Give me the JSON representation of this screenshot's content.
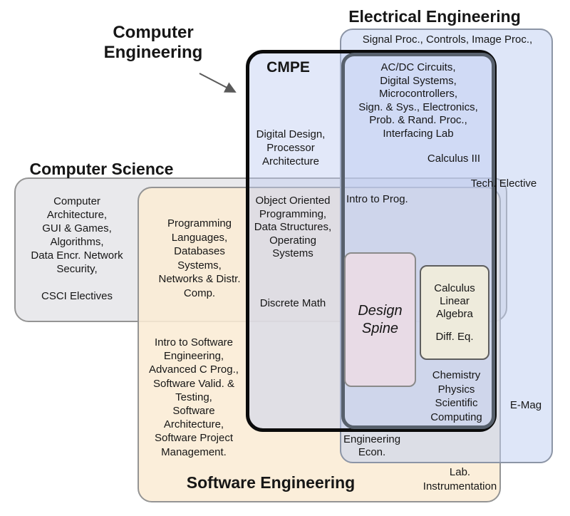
{
  "palette": {
    "cs_gray": "#e9e9ec",
    "sw_tan": "#fbeeda",
    "ee_blue_strip": "#dde5f8",
    "cmpe_blue": "#e5ebf9",
    "inner_overlap_blue": "#d3ddf6",
    "design_pink": "#e8dbe6",
    "calc_cream": "#eeebdc",
    "cmpe_border": "#0b0b0b",
    "ee_inner_border": "#57606c",
    "thin_border_gray": "#949494"
  },
  "titles": {
    "computer_engineering": "Computer\nEngineering",
    "electrical_engineering": "Electrical Engineering",
    "computer_science": "Computer Science",
    "software_engineering": "Software Engineering"
  },
  "electrical": {
    "outer_course": "Signal Proc., Controls, Image Proc.,",
    "core_courses": "AC/DC Circuits,\nDigital Systems,\nMicrocontrollers,\nSign. & Sys., Electronics,\nProb. & Rand. Proc.,\nInterfacing Lab",
    "calculus_iii": "Calculus III",
    "tech_elective": "Tech. Elective",
    "chemistry_block": "Chemistry\nPhysics\nScientific\nComputing",
    "engineering_econ": "Engineering\nEcon.",
    "emag": "E-Mag"
  },
  "cmpe": {
    "label": "CMPE",
    "courses": "Digital Design,\nProcessor\nArchitecture",
    "shared_with_cs": "Object Oriented\nProgramming,\nData Structures,\nOperating\nSystems",
    "discrete_math": "Discrete Math",
    "intro_prog": "Intro to Prog."
  },
  "computer_science": {
    "courses": "Computer\nArchitecture,\nGUI & Games,\nAlgorithms,\nData Encr. Network\nSecurity,\n\nCSCI Electives"
  },
  "software_engineering": {
    "shared_with_cs": "Programming\nLanguages,\nDatabases\nSystems,\nNetworks & Distr.\nComp.",
    "courses": "Intro to Software\nEngineering,\nAdvanced C Prog.,\nSoftware Valid. &\nTesting,\nSoftware\nArchitecture,\nSoftware Project\nManagement.",
    "lab_instrumentation": "Lab.\nInstrumentation"
  },
  "design_spine": {
    "label": "Design\nSpine"
  },
  "math_box": {
    "calculus_linear_algebra": "Calculus\nLinear\nAlgebra",
    "diff_eq": "Diff. Eq."
  }
}
